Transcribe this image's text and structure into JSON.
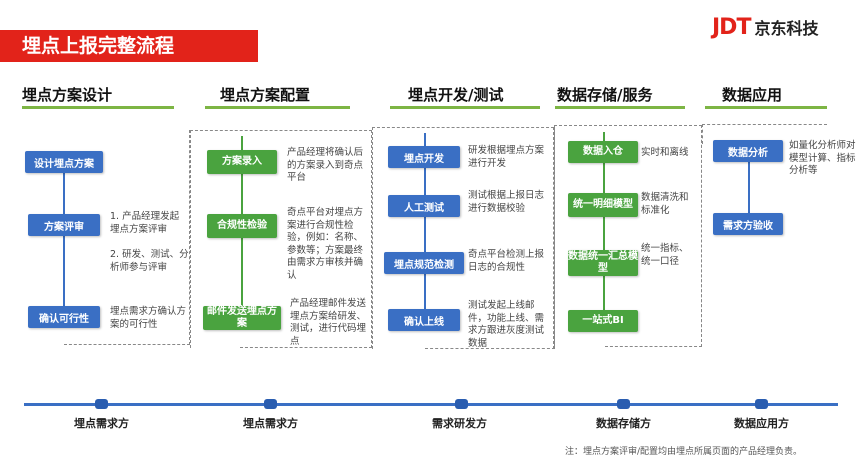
{
  "title": "埋点上报完整流程",
  "logo": {
    "mark": "JDT",
    "text": "京东科技"
  },
  "columns": [
    {
      "title": "埋点方案设计"
    },
    {
      "title": "埋点方案配置"
    },
    {
      "title": "埋点开发/测试"
    },
    {
      "title": "数据存储/服务"
    },
    {
      "title": "数据应用"
    }
  ],
  "design": {
    "box1": "设计埋点方案",
    "box2": "方案评审",
    "box3": "确认可行性",
    "desc2a": "1. 产品经理发起埋点方案评审",
    "desc2b": "2. 研发、测试、分析师参与评审",
    "desc3": "埋点需求方确认方案的可行性"
  },
  "config": {
    "box1": "方案录入",
    "box2": "合规性检验",
    "box3": "邮件发送埋点方案",
    "desc1": "产品经理将确认后的方案录入到奇点平台",
    "desc2": "奇点平台对埋点方案进行合规性检验，例如：名称、参数等；方案最终由需求方审核并确认",
    "desc3": "产品经理邮件发送埋点方案给研发、测试，进行代码埋点"
  },
  "dev": {
    "box1": "埋点开发",
    "box2": "人工测试",
    "box3": "埋点规范检测",
    "box4": "确认上线",
    "desc1": "研发根据埋点方案进行开发",
    "desc2": "测试根据上报日志进行数据校验",
    "desc3": "奇点平台检测上报日志的合规性",
    "desc4": "测试发起上线邮件，功能上线、需求方跟进灰度测试数据"
  },
  "storage": {
    "box1": "数据入仓",
    "box2": "统一明细模型",
    "box3": "数据统一汇总模型",
    "box4": "一站式BI",
    "desc1": "实时和离线",
    "desc2": "数据清洗和标准化",
    "desc3": "统一指标、统一口径"
  },
  "app": {
    "box1": "数据分析",
    "box2": "需求方验收",
    "desc1": "如量化分析师对模型计算、指标分析等"
  },
  "timeline": [
    "埋点需求方",
    "埋点需求方",
    "需求研发方",
    "数据存储方",
    "数据应用方"
  ],
  "note": "注：埋点方案评审/配置均由埋点所属页面的产品经理负责。"
}
